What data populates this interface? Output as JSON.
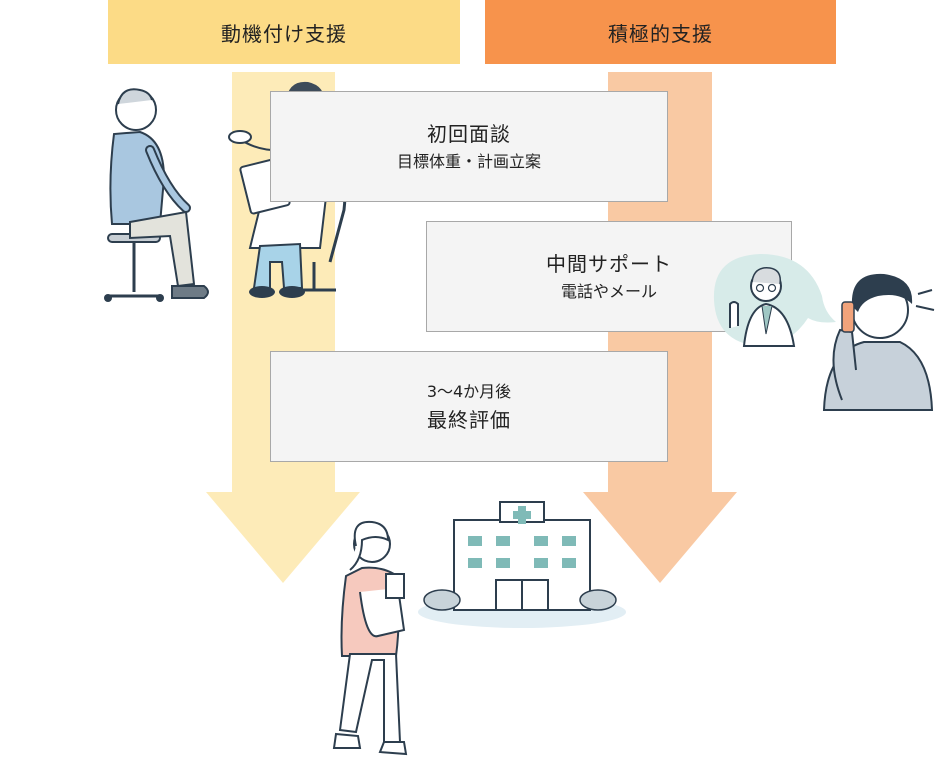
{
  "headers": {
    "left": {
      "label": "動機付け支援",
      "color": "#fcdb86"
    },
    "right": {
      "label": "積極的支援",
      "color": "#f7934c"
    }
  },
  "arrows": {
    "left_color": "#fdebb8",
    "right_color": "#f9c9a3"
  },
  "steps": [
    {
      "title": "初回面談",
      "subtitle": "目標体重・計画立案"
    },
    {
      "title": "中間サポート",
      "subtitle": "電話やメール"
    },
    {
      "caption": "3〜4か月後",
      "title": "最終評価"
    }
  ],
  "illustrations": {
    "consultation": "doctor-patient-consultation",
    "phone_call": "doctor-phone-support",
    "walking": "woman-walking",
    "hospital": "hospital-building"
  }
}
